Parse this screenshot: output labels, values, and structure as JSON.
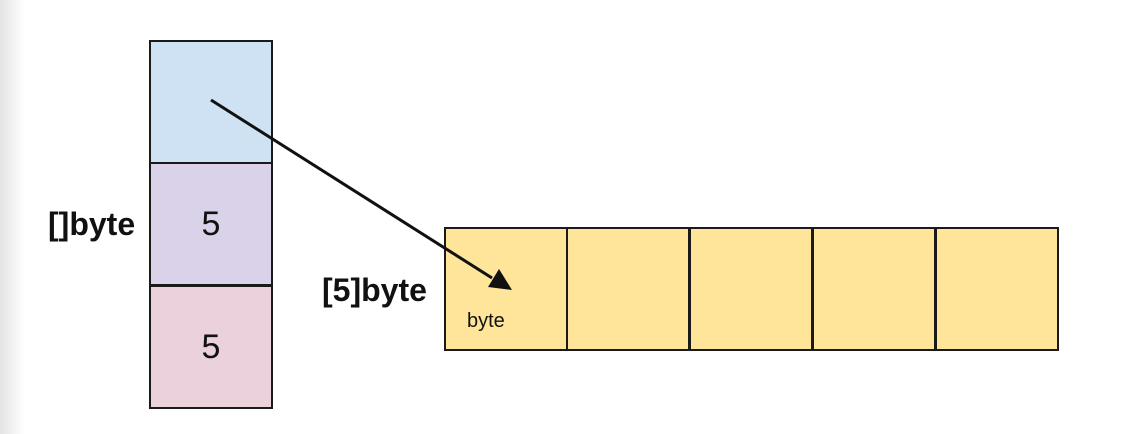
{
  "slice": {
    "type_label": "[]byte",
    "len_value": "5",
    "cap_value": "5"
  },
  "array": {
    "type_label": "[5]byte",
    "element_label": "byte",
    "element_count": 5
  },
  "colors": {
    "pointer_field": "#cfe2f3",
    "len_field": "#d9d2e9",
    "cap_field": "#ead1dc",
    "array_cell": "#ffe599",
    "stroke": "#1a1a1a"
  }
}
